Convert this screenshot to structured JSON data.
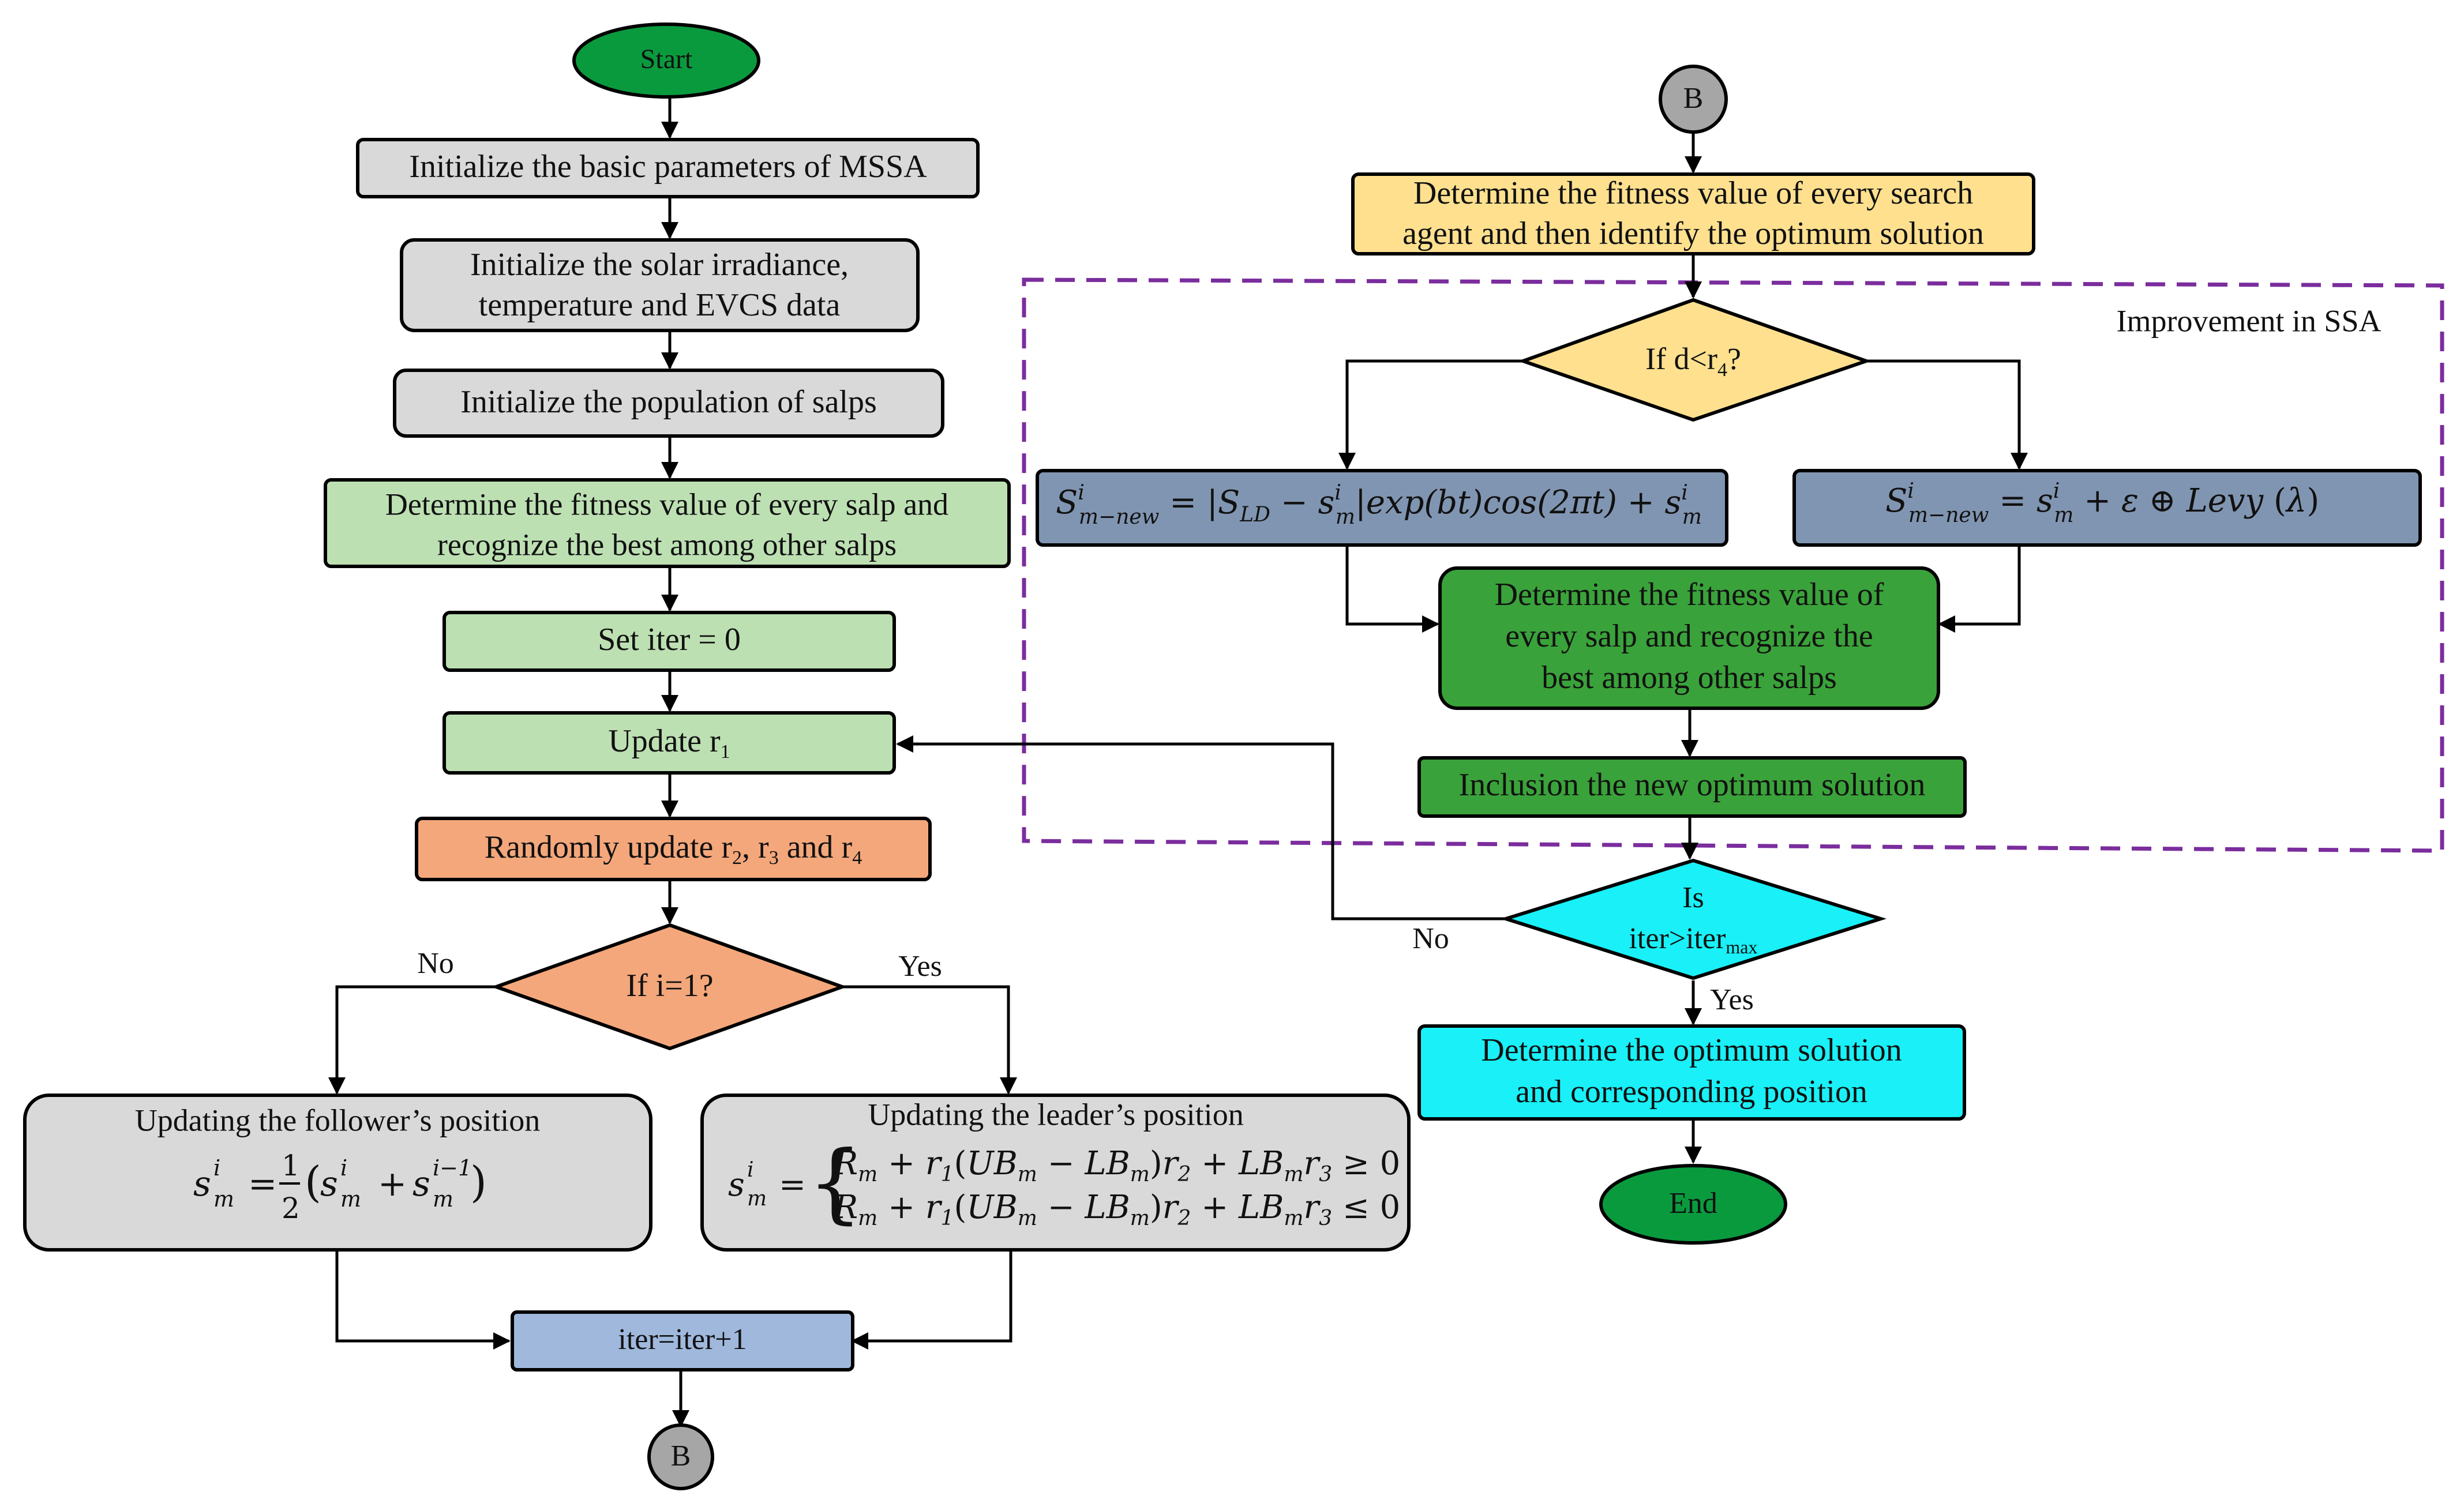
{
  "colors": {
    "gray": "#d9d9d9",
    "light_green": "#bde0b3",
    "orange": "#f4a77b",
    "blue": "#9fb8dc",
    "yellow": "#ffe08f",
    "slate": "#8095b1",
    "green": "#3aa23a",
    "start_green": "#0a9a3e",
    "cyan": "#19f0f7",
    "purple": "#7b2d9d",
    "connector_gray": "#a6a6a6"
  },
  "left": {
    "start": "Start",
    "init_params": "Initialize the basic parameters of MSSA",
    "init_data_line1": "Initialize the solar irradiance,",
    "init_data_line2": "temperature and EVCS data",
    "init_pop": "Initialize the population of salps",
    "fitness_line1": "Determine the fitness value of every salp and",
    "fitness_line2": "recognize the best among other salps",
    "set_iter": "Set iter = 0",
    "update_r1": {
      "text": "Update r",
      "sub": "1"
    },
    "random_update": {
      "t1": "Randomly update r",
      "s1": "2",
      "t2": ", r",
      "s2": "3",
      "t3": " and r",
      "s3": "4"
    },
    "decision": "If i=1?",
    "no": "No",
    "yes": "Yes",
    "follower_title": "Updating the follower’s position",
    "leader_title": "Updating the leader’s position",
    "iter_inc": "iter=iter+1",
    "connector_b": "B"
  },
  "right": {
    "connector_b": "B",
    "determine_line1": "Determine the fitness value of every search",
    "determine_line2": "agent and then identify the optimum solution",
    "improvement_label": "Improvement in SSA",
    "decision_d": {
      "text": "If d<r",
      "sub": "4",
      "tail": "?"
    },
    "fitness2_line1": "Determine the fitness value of",
    "fitness2_line2": "every salp and recognize the",
    "fitness2_line3": "best among other salps",
    "inclusion": "Inclusion the new optimum solution",
    "decision_iter_line1": "Is",
    "decision_iter_line2": {
      "text": "iter>iter",
      "sub": "max"
    },
    "no": "No",
    "yes": "Yes",
    "optimum_line1": "Determine the optimum solution",
    "optimum_line2": "and corresponding position",
    "end": "End"
  }
}
